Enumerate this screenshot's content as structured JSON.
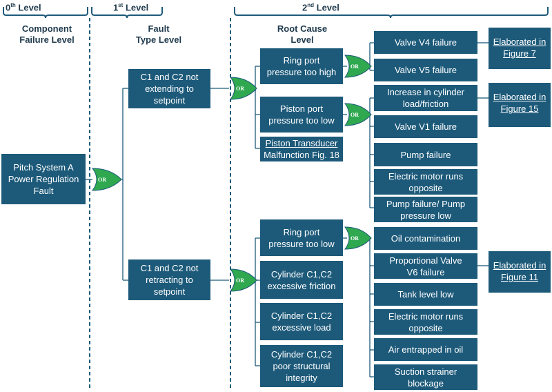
{
  "colors": {
    "box": "#1d5a7a",
    "gate": "#2fa84f",
    "line": "#1d5a7a"
  },
  "levels": {
    "l0": {
      "num": "0",
      "suffix": "th",
      "word": " Level"
    },
    "l1": {
      "num": "1",
      "suffix": "st",
      "word": " Level"
    },
    "l2": {
      "num": "2",
      "suffix": "nd",
      "word": " Level"
    }
  },
  "headers": {
    "component": [
      "Component",
      "Failure Level"
    ],
    "fault": [
      "Fault",
      "Type Level"
    ],
    "root": [
      "Root Cause",
      "Level"
    ]
  },
  "gate_label": "OR",
  "nodes": {
    "top": [
      "Pitch System A",
      "Power Regulation",
      "Fault"
    ],
    "c1": [
      "C1 and C2 not",
      "extending to",
      "setpoint"
    ],
    "c2": [
      "C1 and C2 not",
      "retracting to",
      "setpoint"
    ],
    "ring1": [
      "Ring port",
      "pressure too high"
    ],
    "piston": [
      "Piston port",
      "pressure too low"
    ],
    "transducer": [
      "Piston Transducer",
      "Malfunction Fig. 18"
    ],
    "ring2": [
      "Ring port",
      "pressure too low"
    ],
    "friction": [
      "Cylinder C1,C2",
      "excessive friction"
    ],
    "load": [
      "Cylinder C1,C2",
      "excessive load"
    ],
    "structural": [
      "Cylinder C1,C2",
      "poor structural",
      "integrity"
    ],
    "v4": [
      "Valve V4 failure"
    ],
    "v5": [
      "Valve V5 failure"
    ],
    "inc": [
      "Increase in cylinder",
      "load/friction"
    ],
    "v1": [
      "Valve V1 failure"
    ],
    "pump": [
      "Pump failure"
    ],
    "motor1": [
      "Electric motor runs",
      "opposite"
    ],
    "pumplow": [
      "Pump failure/ Pump",
      "pressure low"
    ],
    "oil": [
      "Oil contamination"
    ],
    "v6": [
      "Proportional Valve",
      "V6 failure"
    ],
    "tank": [
      "Tank level low"
    ],
    "motor2": [
      "Electric motor runs",
      "opposite"
    ],
    "air": [
      "Air entrapped in oil"
    ],
    "strainer": [
      "Suction strainer",
      "blockage"
    ]
  },
  "references": {
    "fig7": [
      "Elaborated in",
      "Figure 7"
    ],
    "fig15": [
      "Elaborated in",
      "Figure 15"
    ],
    "fig11": [
      "Elaborated in",
      "Figure 11"
    ]
  }
}
